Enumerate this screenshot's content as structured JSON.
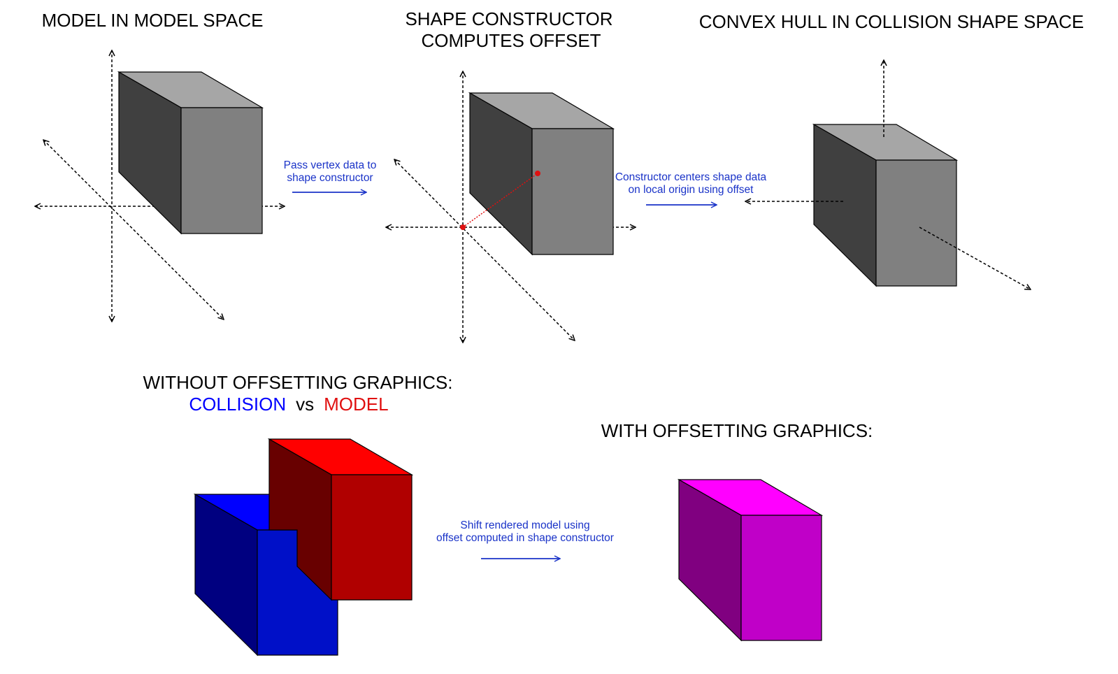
{
  "colors": {
    "annotation": "#1a33c8",
    "offset_marker": "#e01010",
    "grey_box": {
      "top": "#a6a6a6",
      "left": "#404040",
      "front": "#808080"
    },
    "collision_box": {
      "top": "#0000ff",
      "left": "#000080",
      "front": "#0010c8"
    },
    "model_box": {
      "top": "#ff0000",
      "left": "#680000",
      "front": "#b00000"
    },
    "offset_box": {
      "top": "#ff00ff",
      "left": "#800080",
      "front": "#c000c8"
    }
  },
  "panels": {
    "model_space": {
      "title": "MODEL IN MODEL SPACE"
    },
    "constructor": {
      "title_line1": "SHAPE CONSTRUCTOR",
      "title_line2": "COMPUTES OFFSET"
    },
    "convex_hull": {
      "title": "CONVEX HULL IN COLLISION SHAPE SPACE"
    },
    "without_offset": {
      "title": "WITHOUT OFFSETTING GRAPHICS:",
      "collision_label": "COLLISION",
      "vs_label": "vs",
      "model_label": "MODEL"
    },
    "with_offset": {
      "title": "WITH OFFSETTING GRAPHICS:"
    }
  },
  "steps": {
    "pass_vertex": {
      "line1": "Pass vertex data to",
      "line2": "shape constructor"
    },
    "center_shape": {
      "line1": "Constructor centers shape data",
      "line2": "on local origin using offset"
    },
    "shift_model": {
      "line1": "Shift rendered model using",
      "line2": "offset computed in shape constructor"
    }
  }
}
